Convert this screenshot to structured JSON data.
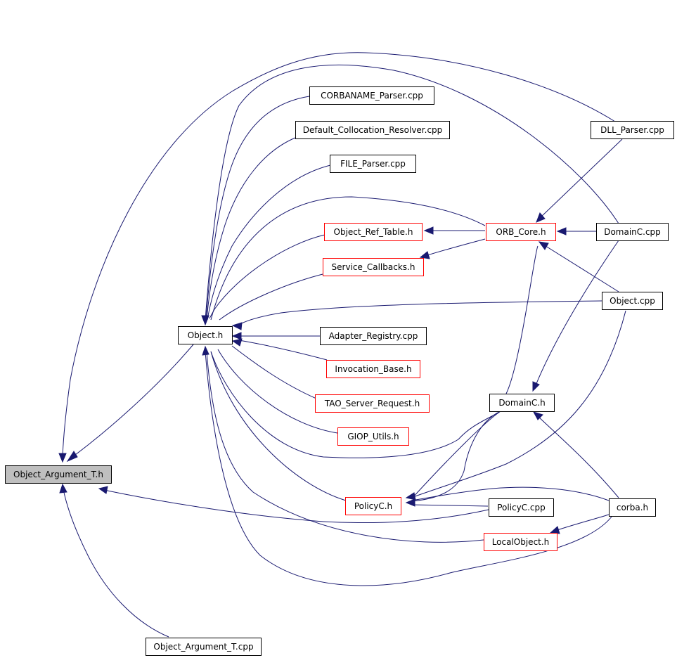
{
  "colors": {
    "edge": "#191970",
    "arrow": "#191970",
    "node_border_normal": "#000000",
    "node_border_truncated": "#ff0000",
    "node_fill_highlight": "#bfbfbf",
    "node_fill": "#ffffff"
  },
  "nodes": {
    "object_argument_t_h": {
      "label": "Object_Argument_T.h",
      "style": "highlight"
    },
    "object_argument_t_cpp": {
      "label": "Object_Argument_T.cpp",
      "style": "normal"
    },
    "object_h": {
      "label": "Object.h",
      "style": "normal"
    },
    "corbaname_parser_cpp": {
      "label": "CORBANAME_Parser.cpp",
      "style": "normal"
    },
    "default_collocation_resolver_cpp": {
      "label": "Default_Collocation_Resolver.cpp",
      "style": "normal"
    },
    "file_parser_cpp": {
      "label": "FILE_Parser.cpp",
      "style": "normal"
    },
    "object_ref_table_h": {
      "label": "Object_Ref_Table.h",
      "style": "truncated"
    },
    "service_callbacks_h": {
      "label": "Service_Callbacks.h",
      "style": "truncated"
    },
    "adapter_registry_cpp": {
      "label": "Adapter_Registry.cpp",
      "style": "normal"
    },
    "invocation_base_h": {
      "label": "Invocation_Base.h",
      "style": "truncated"
    },
    "tao_server_request_h": {
      "label": "TAO_Server_Request.h",
      "style": "truncated"
    },
    "giop_utils_h": {
      "label": "GIOP_Utils.h",
      "style": "truncated"
    },
    "policyc_h": {
      "label": "PolicyC.h",
      "style": "truncated"
    },
    "localobject_h": {
      "label": "LocalObject.h",
      "style": "truncated"
    },
    "orb_core_h": {
      "label": "ORB_Core.h",
      "style": "truncated"
    },
    "dll_parser_cpp": {
      "label": "DLL_Parser.cpp",
      "style": "normal"
    },
    "domainc_cpp": {
      "label": "DomainC.cpp",
      "style": "normal"
    },
    "object_cpp": {
      "label": "Object.cpp",
      "style": "normal"
    },
    "domainc_h": {
      "label": "DomainC.h",
      "style": "normal"
    },
    "policyc_cpp": {
      "label": "PolicyC.cpp",
      "style": "normal"
    },
    "corba_h": {
      "label": "corba.h",
      "style": "normal"
    }
  }
}
